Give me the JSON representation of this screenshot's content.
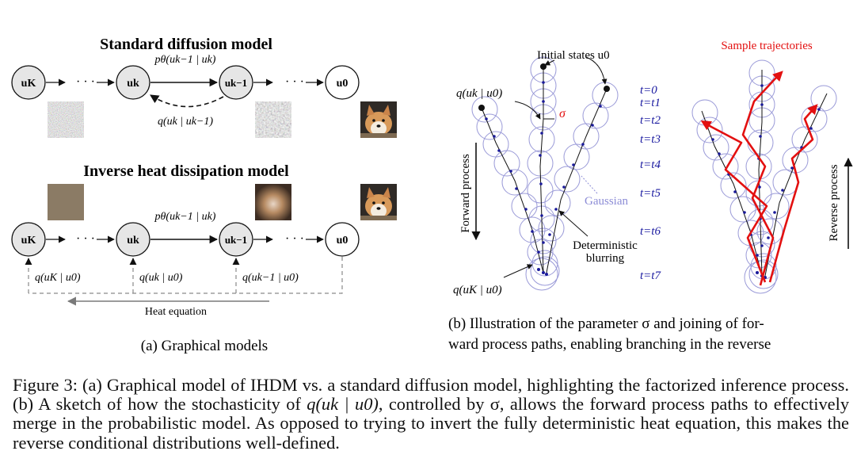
{
  "panel_a": {
    "standard": {
      "title": "Standard diffusion model",
      "node_uK": "uK",
      "node_uk": "uk",
      "node_ukm1": "uk−1",
      "node_u0": "u0",
      "dots_left": "· · ·",
      "dots_right": "· · ·",
      "p_label": "pθ(uk−1 | uk)",
      "q_label": "q(uk | uk−1)"
    },
    "inverse": {
      "title": "Inverse heat dissipation model",
      "node_uK": "uK",
      "node_uk": "uk",
      "node_ukm1": "uk−1",
      "node_u0": "u0",
      "dots_left": "· · ·",
      "dots_right": "· · ·",
      "p_label": "pθ(uk−1 | uk)",
      "q_uK": "q(uK | u0)",
      "q_uk": "q(uk | u0)",
      "q_ukm1": "q(uk−1 | u0)",
      "heat_label": "Heat equation"
    },
    "caption": "(a) Graphical models"
  },
  "panel_b": {
    "initial_states": "Initial states u0",
    "q_uk_u0": "q(uk | u0)",
    "q_uK_u0": "q(uK | u0)",
    "sigma": "σ",
    "forward_process": "Forward process",
    "reverse_process": "Reverse process",
    "gaussian": "Gaussian",
    "deterministic": "Deterministic",
    "blurring": "blurring",
    "sample_trajectories": "Sample trajectories",
    "time_labels": [
      "t=0",
      "t=t1",
      "t=t2",
      "t=t3",
      "t=t4",
      "t=t5",
      "t=t6",
      "t=t7"
    ],
    "caption_line1": "(b) Illustration of the parameter σ and joining of for-",
    "caption_line2": "ward process paths, enabling branching in the reverse"
  },
  "figure_caption": {
    "part1": "Figure 3: (a) Graphical model of IHDM vs. a standard diffusion model, highlighting the factorized inference process. (b) A sketch of how the stochasticity of ",
    "math": "q(uk | u0)",
    "part2": ", controlled by σ, allows the forward process paths to effectively merge in the probabilistic model. As opposed to trying to invert the fully deterministic heat equation, this makes the reverse conditional distributions well-defined."
  },
  "colors": {
    "node_fill": "#e6e6e6",
    "gaussian_circle": "#9a9ad8",
    "gaussian_text": "#8c8cd6",
    "trajectory_red": "#e31010",
    "time_blue": "#1a1aa0",
    "path_dot": "#1a1a9a",
    "dashed_gray": "#8a8a8a"
  }
}
